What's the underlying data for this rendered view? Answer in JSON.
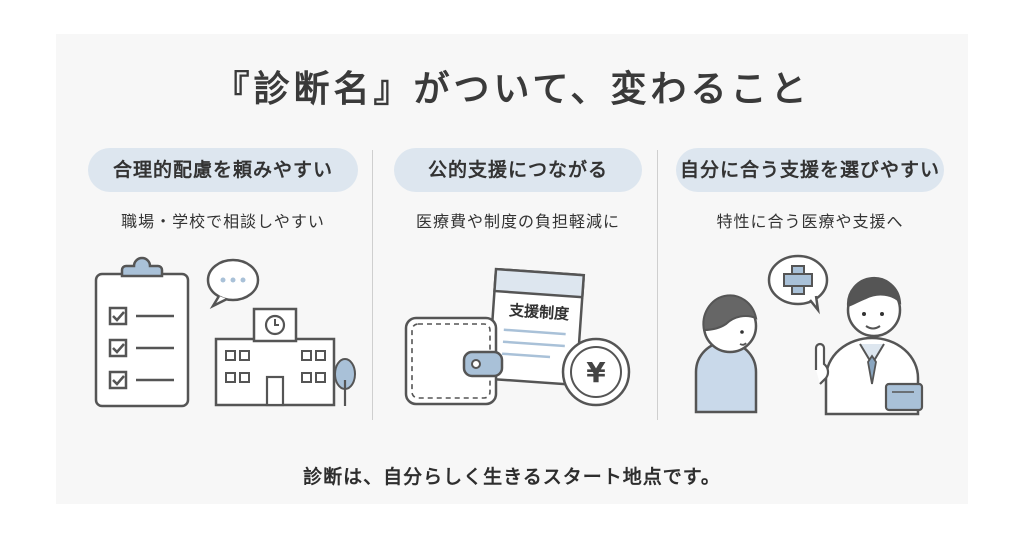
{
  "title": "『診断名』がついて、変わること",
  "columns": [
    {
      "heading": "合理的配慮を頼みやすい",
      "subtitle": "職場・学校で相談しやすい"
    },
    {
      "heading": "公的支援につながる",
      "subtitle": "医療費や制度の負担軽減に",
      "document_label": "支援制度",
      "coin_symbol": "¥"
    },
    {
      "heading": "自分に合う支援を選びやすい",
      "subtitle": "特性に合う医療や支援へ"
    }
  ],
  "footer": "診断は、自分らしく生きるスタート地点です。",
  "colors": {
    "background": "#f7f7f7",
    "pill": "#dde6ef",
    "accent": "#a9c1d8",
    "line": "#555555",
    "divider": "#cfcfcf"
  },
  "icons": [
    "checklist-clipboard-icon",
    "speech-bubble-icon",
    "school-building-icon",
    "tree-icon",
    "wallet-icon",
    "document-icon",
    "yen-coin-icon",
    "patient-icon",
    "doctor-icon",
    "medical-cross-bubble-icon"
  ]
}
